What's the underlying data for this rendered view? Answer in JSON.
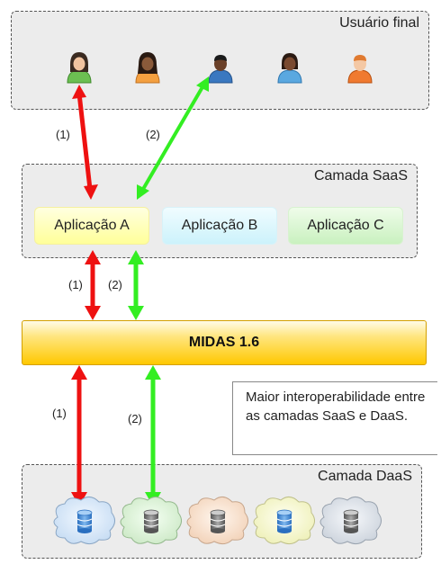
{
  "layers": {
    "usuario_final": "Usuário final",
    "saas": "Camada SaaS",
    "daas": "Camada DaaS"
  },
  "apps": {
    "a": "Aplicação A",
    "b": "Aplicação B",
    "c": "Aplicação C"
  },
  "midas": "MIDAS 1.6",
  "note": "Maior interoperabilidade entre as camadas SaaS e DaaS.",
  "labels": {
    "one": "(1)",
    "two": "(2)"
  },
  "colors": {
    "arrow_1": "#ee1111",
    "arrow_2": "#33ee22",
    "midas": "#ffc800"
  },
  "users": [
    "user-icon",
    "user-icon",
    "user-icon",
    "user-icon",
    "user-icon"
  ],
  "databases": [
    "database-cloud-icon",
    "database-cloud-icon",
    "database-cloud-icon",
    "database-cloud-icon",
    "database-cloud-icon"
  ]
}
